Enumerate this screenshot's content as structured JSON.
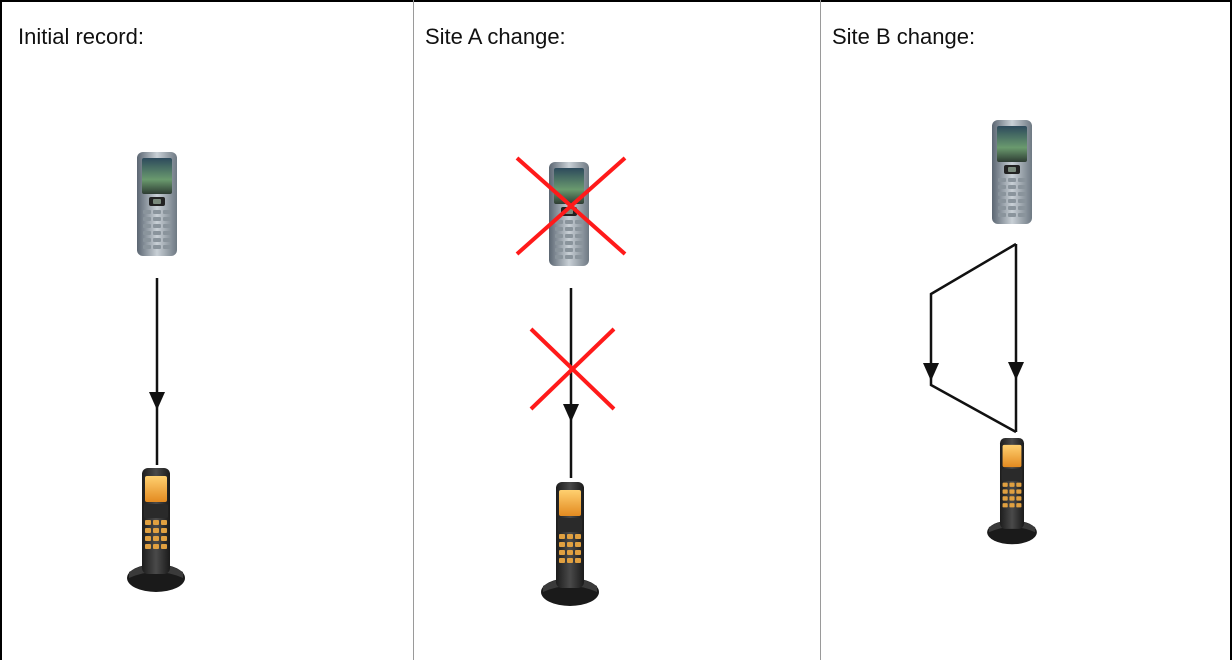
{
  "panels": [
    {
      "label": "Initial record:"
    },
    {
      "label": "Site A change:"
    },
    {
      "label": "Site B change:"
    }
  ],
  "icons": {
    "mobile": "mobile-phone-icon",
    "cordless": "cordless-phone-icon",
    "removed": "red-x-icon"
  },
  "colors": {
    "line": "#111111",
    "cross": "#ff1a1a",
    "phone_screen": "#6a9a6e",
    "cordless_screen": "#f0a830"
  }
}
